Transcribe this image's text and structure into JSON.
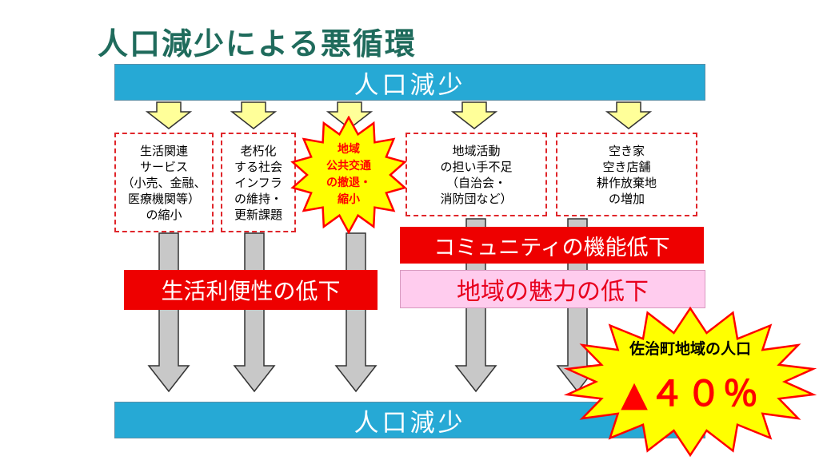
{
  "title": "人口減少による悪循環",
  "top_band": "人口減少",
  "bottom_band": "人口減少",
  "boxes": [
    "生活関連\nサービス\n（小売、金融、\n医療機関等）\nの縮小",
    "老朽化\nする社会\nインフラ\nの維持・\n更新課題",
    "地域活動\nの担い手不足\n（自治会・\n消防団など）",
    "空き家\n空き店舗\n耕作放棄地\nの増加"
  ],
  "burst": "地域\n公共交通\nの撤退・\n縮小",
  "bars": {
    "community": "コミュニティの機能低下",
    "convenience": "生活利便性の低下",
    "attraction": "地域の魅力の低下"
  },
  "callout": {
    "label": "佐治町地域の人口",
    "value": "▲４０％"
  },
  "colors": {
    "band": "#26a9d5",
    "arrow_fill": "#c8c8c8",
    "small_arrow_fill": "#ffff99",
    "burst_fill": "#ffff00",
    "burst_stroke": "#ff0000",
    "red_bar": "#ee0000",
    "pink_bar": "#ffccee",
    "title": "#1f6b5c"
  }
}
